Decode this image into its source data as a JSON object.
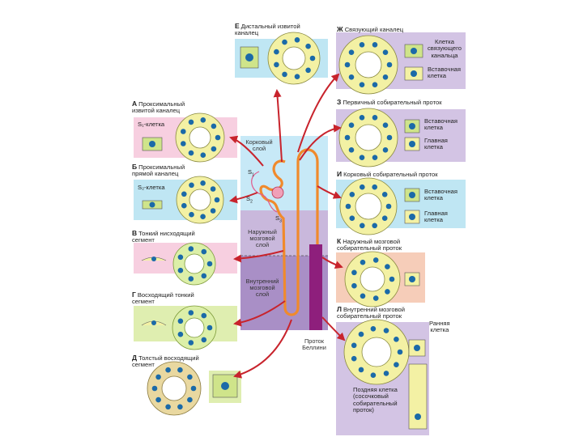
{
  "colors": {
    "cortex": "#c7e9f7",
    "outer_medulla": "#c9b8dc",
    "inner_medulla": "#a98fc6",
    "pink_panel": "#f7cfe0",
    "blue_panel": "#bfe6f3",
    "green_panel": "#dfeeb0",
    "lilac_panel": "#d3c4e4",
    "salmon_panel": "#f6cdb9",
    "cell_yellow": "#f3f1a4",
    "cell_green": "#cfe48a",
    "nucleus": "#1b6aa8",
    "arrow": "#c8232c",
    "duct_purple": "#8e1f7c",
    "tube_orange": "#f08a2c"
  },
  "zones": {
    "cortex": "Корковый\nслой",
    "outer_medulla": "Наружный\nмозговой\nслой",
    "inner_medulla": "Внутренний\nмозговой\nслой",
    "duct": "Проток\nБеллини",
    "s1": "S",
    "s2": "S",
    "s3": "S",
    "s1_sub": "1",
    "s2_sub": "2",
    "s3_sub": "3"
  },
  "panels": {
    "A": {
      "letter": "А",
      "title": "Проксимальный\nизвитой каналец",
      "cell": "S₁-клетка"
    },
    "B": {
      "letter": "Б",
      "title": "Проксимальный\nпрямой каналец",
      "cell": "S₂-клетка"
    },
    "V": {
      "letter": "В",
      "title": "Тонкий нисходящий\nсегмент"
    },
    "G": {
      "letter": "Г",
      "title": "Восходящий тонкий\nсегмент"
    },
    "D": {
      "letter": "Д",
      "title": "Толстый восходящий\nсегмент"
    },
    "E": {
      "letter": "Е",
      "title": "Дистальный извитой\nканалец"
    },
    "Zh": {
      "letter": "Ж",
      "title": "Связующий каналец",
      "cell1": "Клетка\nсвязующего\nканальца",
      "cell2": "Вставочная\nклетка"
    },
    "Z": {
      "letter": "З",
      "title": "Первичный собирательный проток",
      "cell1": "Вставочная\nклетка",
      "cell2": "Главная\nклетка"
    },
    "I": {
      "letter": "И",
      "title": "Корковый собирательный проток",
      "cell1": "Вставочная\nклетка",
      "cell2": "Главная\nклетка"
    },
    "K": {
      "letter": "К",
      "title": "Наружный мозговой\nсобирательный проток"
    },
    "L": {
      "letter": "Л",
      "title": "Внутренний мозговой\nсобирательный проток",
      "cell1": "Ранняя\nклетка",
      "cell2": "Поздняя клетка\n(сосочковый\nсобирательный\nпроток)"
    }
  }
}
